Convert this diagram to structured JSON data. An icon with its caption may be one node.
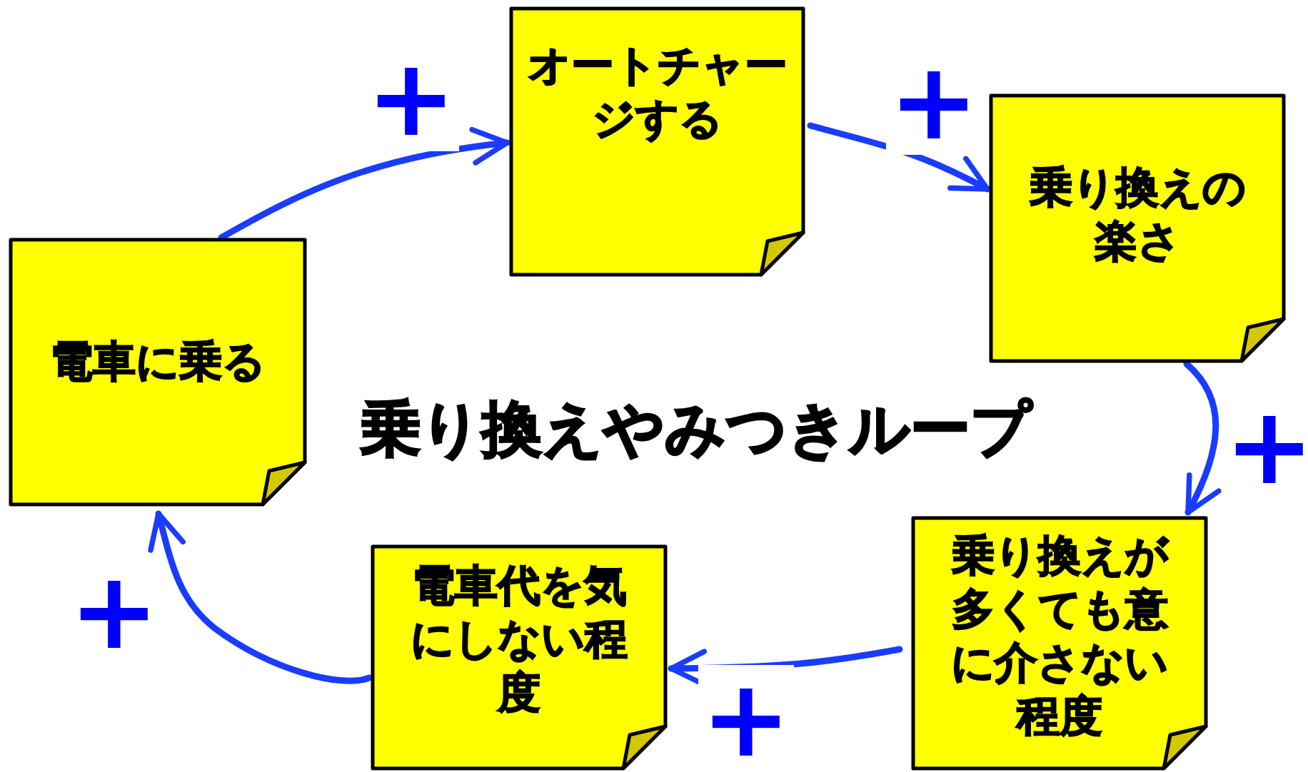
{
  "diagram": {
    "title": "乗り換えやみつきループ",
    "nodes": [
      {
        "text": [
          "電車に乗る"
        ]
      },
      {
        "text": [
          "オートチャージする"
        ]
      },
      {
        "text": [
          "乗り換えの楽さ"
        ]
      },
      {
        "text": [
          "乗り換えが多くても意に介さない程度"
        ]
      },
      {
        "text": [
          "電車代を気にしない程度"
        ]
      }
    ],
    "edges": [
      {
        "from": 0,
        "to": 1,
        "arrow": "to",
        "label": "+"
      },
      {
        "from": 1,
        "to": 2,
        "arrow": "to",
        "label": "+"
      },
      {
        "from": 2,
        "to": 3,
        "arrow": "to",
        "label": "+"
      },
      {
        "from": 3,
        "to": 4,
        "arrow": "to",
        "label": "+"
      },
      {
        "from": 4,
        "to": 0,
        "arrow": "to",
        "label": "+"
      }
    ]
  }
}
